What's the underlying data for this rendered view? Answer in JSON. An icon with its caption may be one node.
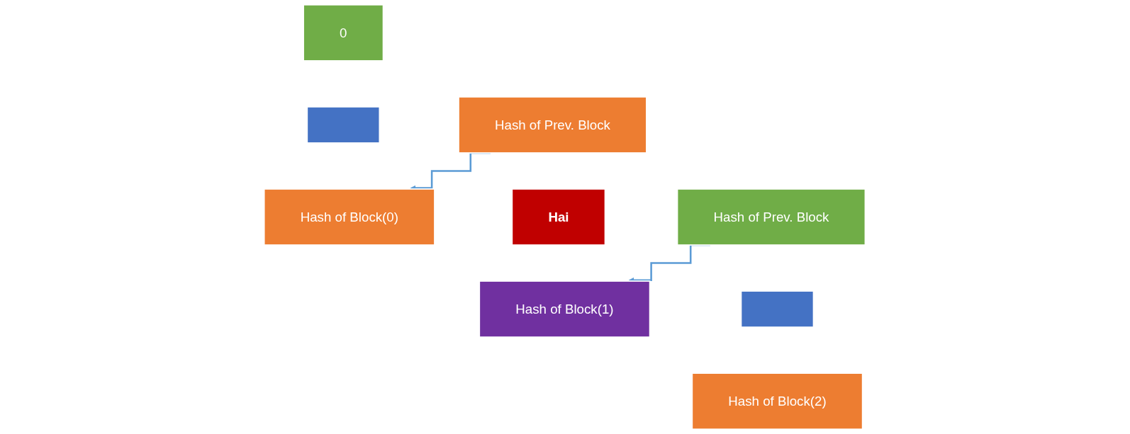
{
  "diagram": {
    "nodes": [
      {
        "text": [
          "0"
        ]
      },
      {
        "text": [],
        "shape": "box"
      },
      {
        "text": [
          "Hash of Block(0)"
        ]
      },
      {
        "text": [
          "Hash of Prev. Block"
        ]
      },
      {
        "text": [
          "Hai"
        ]
      },
      {
        "text": [
          "Hash of Block(1)"
        ]
      },
      {
        "text": [
          "Hash of Prev. Block"
        ]
      },
      {
        "text": [],
        "shape": "box"
      },
      {
        "text": [
          "Hash of Block(2)"
        ]
      }
    ],
    "edges": [
      {
        "from": 3,
        "to": 2,
        "arrow": "to"
      },
      {
        "from": 6,
        "to": 5,
        "arrow": "to"
      }
    ]
  }
}
